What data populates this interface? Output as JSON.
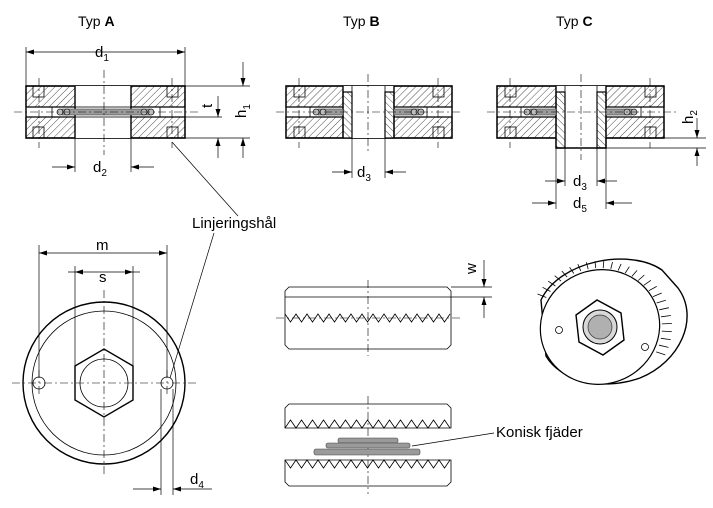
{
  "views": {
    "typ_a": {
      "prefix": "Typ",
      "letter": "A"
    },
    "typ_b": {
      "prefix": "Typ",
      "letter": "B"
    },
    "typ_c": {
      "prefix": "Typ",
      "letter": "C"
    }
  },
  "dimensions": {
    "d1": {
      "main": "d",
      "sub": "1"
    },
    "d2": {
      "main": "d",
      "sub": "2"
    },
    "d3b": {
      "main": "d",
      "sub": "3"
    },
    "d3c": {
      "main": "d",
      "sub": "3"
    },
    "d4": {
      "main": "d",
      "sub": "4"
    },
    "d5": {
      "main": "d",
      "sub": "5"
    },
    "h1": {
      "main": "h",
      "sub": "1"
    },
    "h2": {
      "main": "h",
      "sub": "2"
    },
    "t": {
      "main": "t"
    },
    "m": {
      "main": "m"
    },
    "s": {
      "main": "s"
    },
    "w": {
      "main": "w"
    }
  },
  "callouts": {
    "alignment_holes": "Linjeringshål",
    "conical_spring": "Konisk fjäder"
  }
}
